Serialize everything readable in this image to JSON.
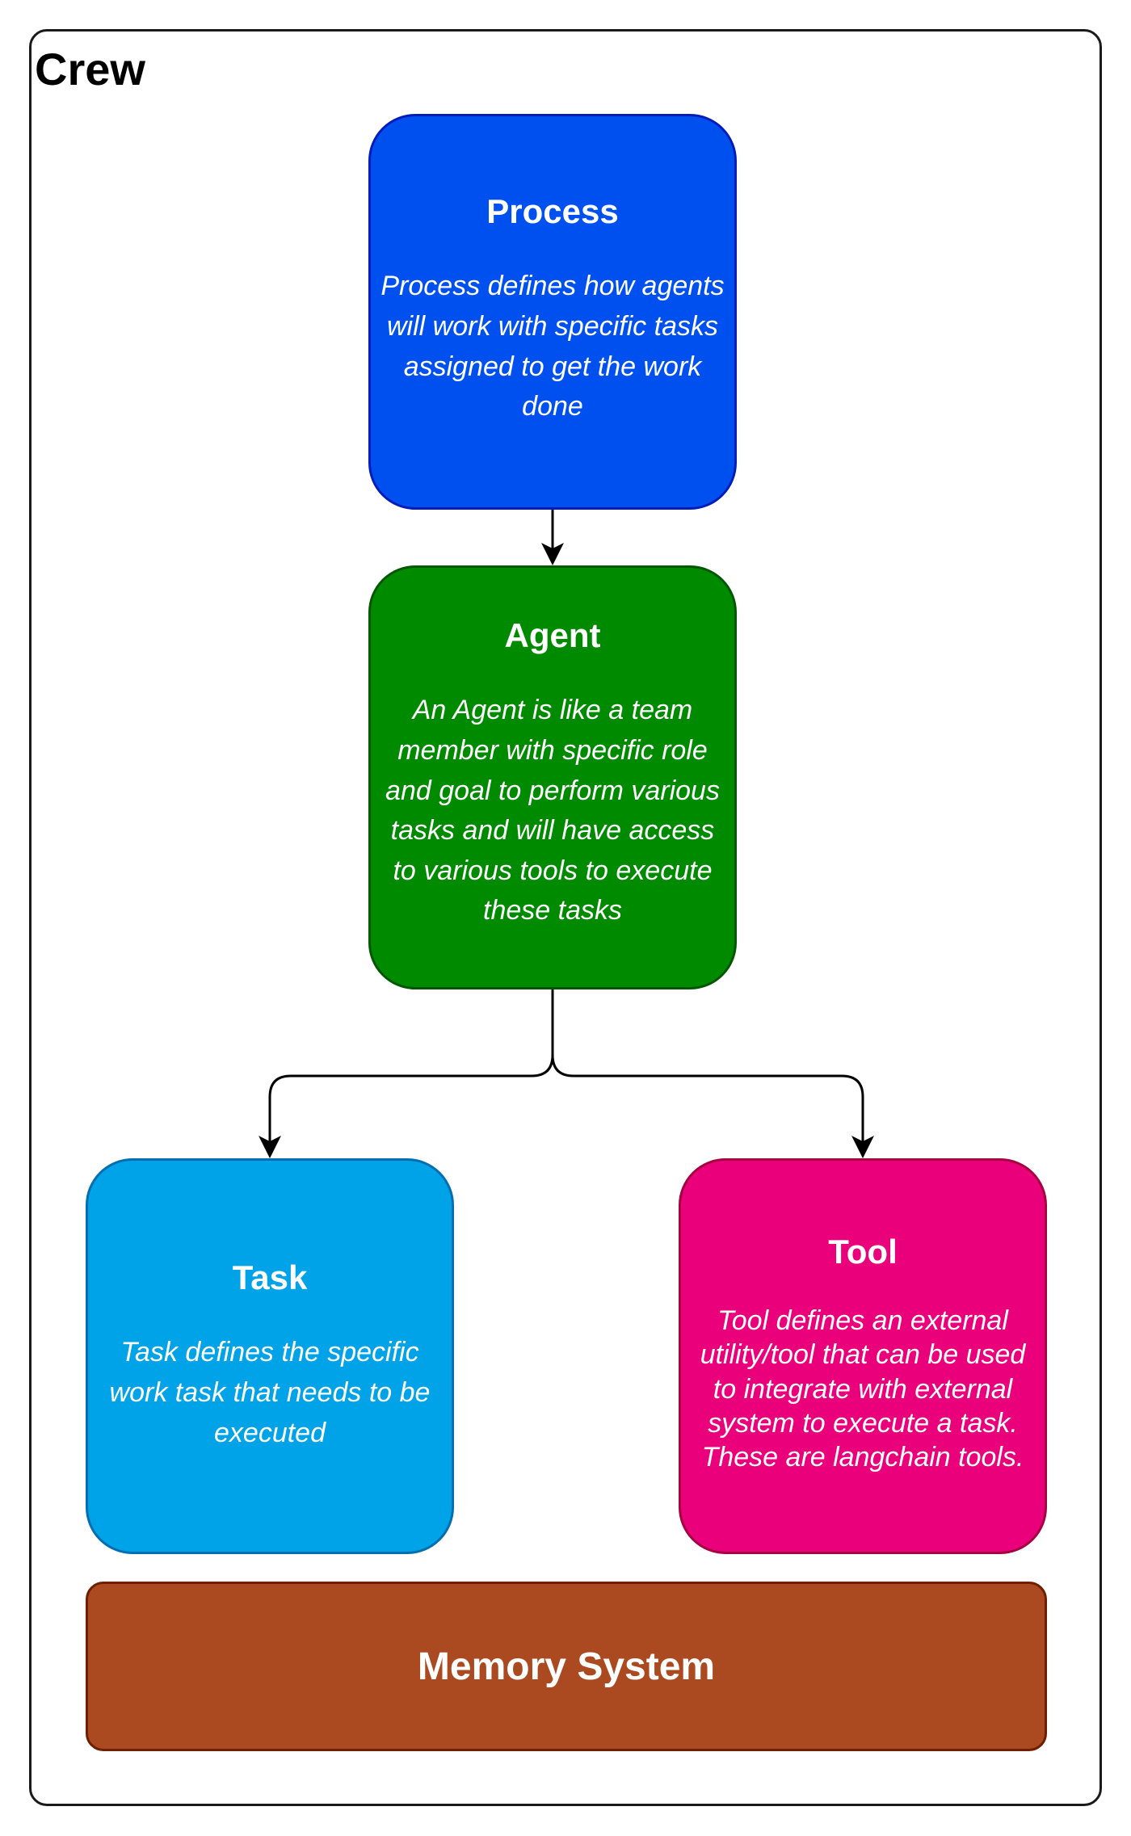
{
  "crew": {
    "title": "Crew"
  },
  "nodes": {
    "process": {
      "title": "Process",
      "description": "Process defines how agents will work with specific tasks assigned to get the work done",
      "fill": "#0050ef",
      "stroke": "#001dbc"
    },
    "agent": {
      "title": "Agent",
      "description": "An Agent is like a team member with specific role and goal to perform various tasks and will have access to various tools to execute these tasks",
      "fill": "#008a00",
      "stroke": "#005700"
    },
    "task": {
      "title": "Task",
      "description": "Task defines the specific work task that needs to be executed",
      "fill": "#00a2e8",
      "stroke": "#006eaf"
    },
    "tool": {
      "title": "Tool",
      "description": "Tool defines an external utility/tool that can be used to integrate with external system to execute a task. These are langchain tools.",
      "fill": "#ea007a",
      "stroke": "#a50040"
    },
    "memory": {
      "title": "Memory System",
      "fill": "#ab4a20",
      "stroke": "#6d1f00"
    }
  },
  "edges": [
    {
      "from": "Process",
      "to": "Agent"
    },
    {
      "from": "Agent",
      "to": "Task"
    },
    {
      "from": "Agent",
      "to": "Tool"
    }
  ]
}
